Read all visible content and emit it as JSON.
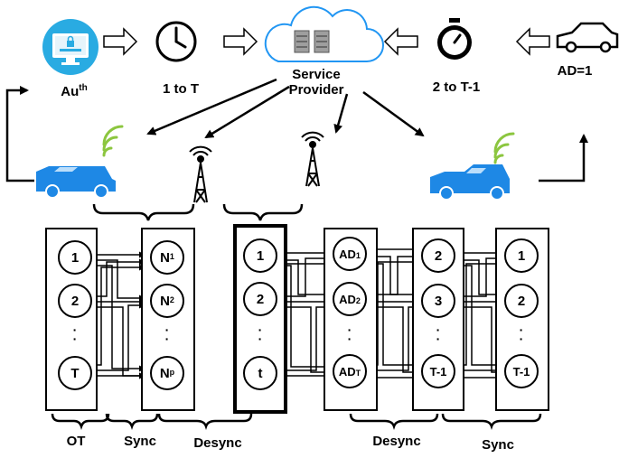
{
  "top_flow": {
    "auth": {
      "base": "Au",
      "sup": "th"
    },
    "one_to_t": "1 to T",
    "service_provider": {
      "line1": "Service",
      "line2": "Provider"
    },
    "two_to_t_minus_1": "2 to T-1",
    "ad_eq_1": "AD=1"
  },
  "columns": {
    "ot": {
      "nodes": [
        "1",
        "2",
        "T"
      ]
    },
    "n": {
      "nodes": [
        {
          "base": "N",
          "sup": "1"
        },
        {
          "base": "N",
          "sup": "2"
        },
        {
          "base": "N",
          "sup": "p"
        }
      ]
    },
    "t": {
      "nodes": [
        "1",
        "2",
        "t"
      ]
    },
    "ad": {
      "nodes": [
        {
          "base": "AD",
          "sub": "1"
        },
        {
          "base": "AD",
          "sub": "2"
        },
        {
          "base": "AD",
          "sub": "T"
        }
      ]
    },
    "t1": {
      "nodes": [
        "2",
        "3",
        "T-1"
      ]
    },
    "t2": {
      "nodes": [
        "1",
        "2",
        "T-1"
      ]
    }
  },
  "bottom_labels": {
    "ot": "OT",
    "sync_left": "Sync",
    "desync_left": "Desync",
    "desync_right": "Desync",
    "sync_right": "Sync"
  },
  "colors": {
    "monitor": "#29abe2",
    "car": "#1e88e5",
    "signal": "#8cc63f",
    "cloud_stroke": "#2196f3"
  }
}
